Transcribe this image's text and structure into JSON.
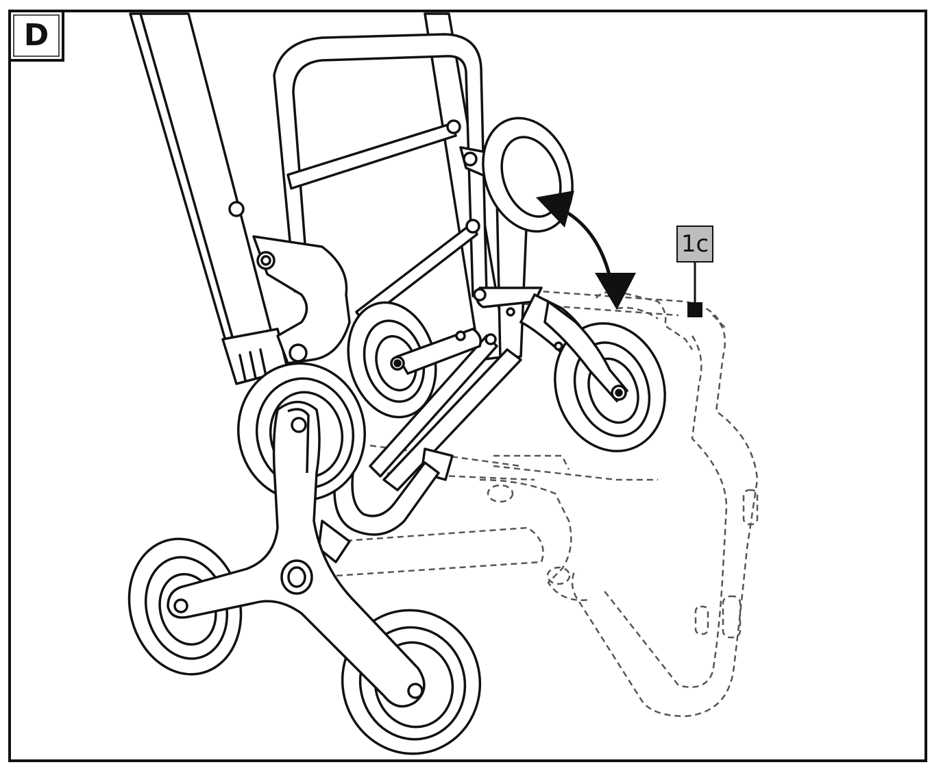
{
  "figure": {
    "panel_letter": "D",
    "callout_label": "1c"
  },
  "colors": {
    "ink": "#111111",
    "background": "#ffffff",
    "callout_fill": "#bdbdbd",
    "dashed_outline": "#555555"
  },
  "icons": {
    "rotation_arrow": "double-headed-curved-arrow",
    "callout_marker": "square-marker"
  }
}
